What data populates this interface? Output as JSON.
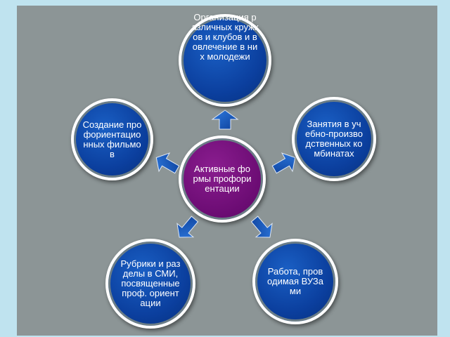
{
  "diagram": {
    "center": {
      "label": "Активные формы профориентации"
    },
    "nodes": [
      {
        "id": "top",
        "label": "Организация различных кружков и клубов и вовлечение в них молодежи"
      },
      {
        "id": "right",
        "label": "Занятия в учебно-производственных комбинатах"
      },
      {
        "id": "bottom-right",
        "label": "Работа, проводимая ВУЗами"
      },
      {
        "id": "bottom-left",
        "label": "Рубрики и разделы в СМИ, посвященные проф. ориентации"
      },
      {
        "id": "left",
        "label": "Создание профориентационных фильмов"
      }
    ]
  },
  "colors": {
    "background": "#8c9596",
    "node_blue": "#0b3f9e",
    "center_purple": "#6a0b72",
    "arrow_blue": "#1257c0",
    "border": "#ffffff"
  }
}
